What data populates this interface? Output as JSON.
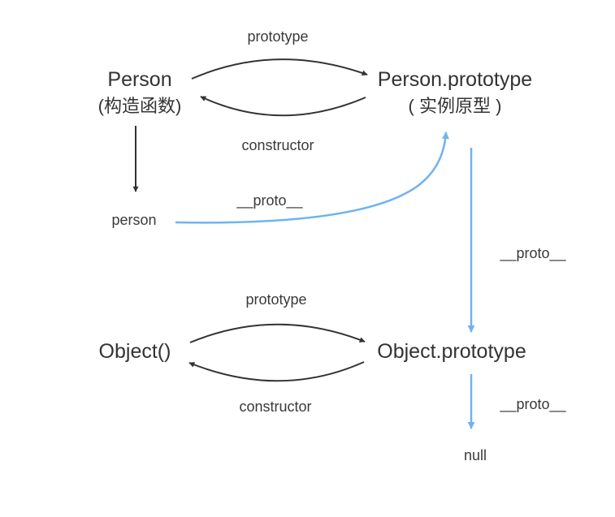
{
  "nodes": {
    "person_ctor": {
      "name": "Person",
      "note": "(构造函数)"
    },
    "person_proto": {
      "name": "Person.prototype",
      "note": "( 实例原型 )"
    },
    "person_instance": {
      "name": "person"
    },
    "object_ctor": {
      "name": "Object()"
    },
    "object_proto": {
      "name": "Object.prototype"
    },
    "null_node": {
      "name": "null"
    }
  },
  "edges": {
    "top_prototype": "prototype",
    "top_constructor": "constructor",
    "person_proto_link": "__proto__",
    "pp_to_op_proto": "__proto__",
    "bottom_prototype": "prototype",
    "bottom_constructor": "constructor",
    "op_to_null_proto": "__proto__"
  },
  "colors": {
    "dark": "#333333",
    "blue": "#6fb3f2"
  }
}
